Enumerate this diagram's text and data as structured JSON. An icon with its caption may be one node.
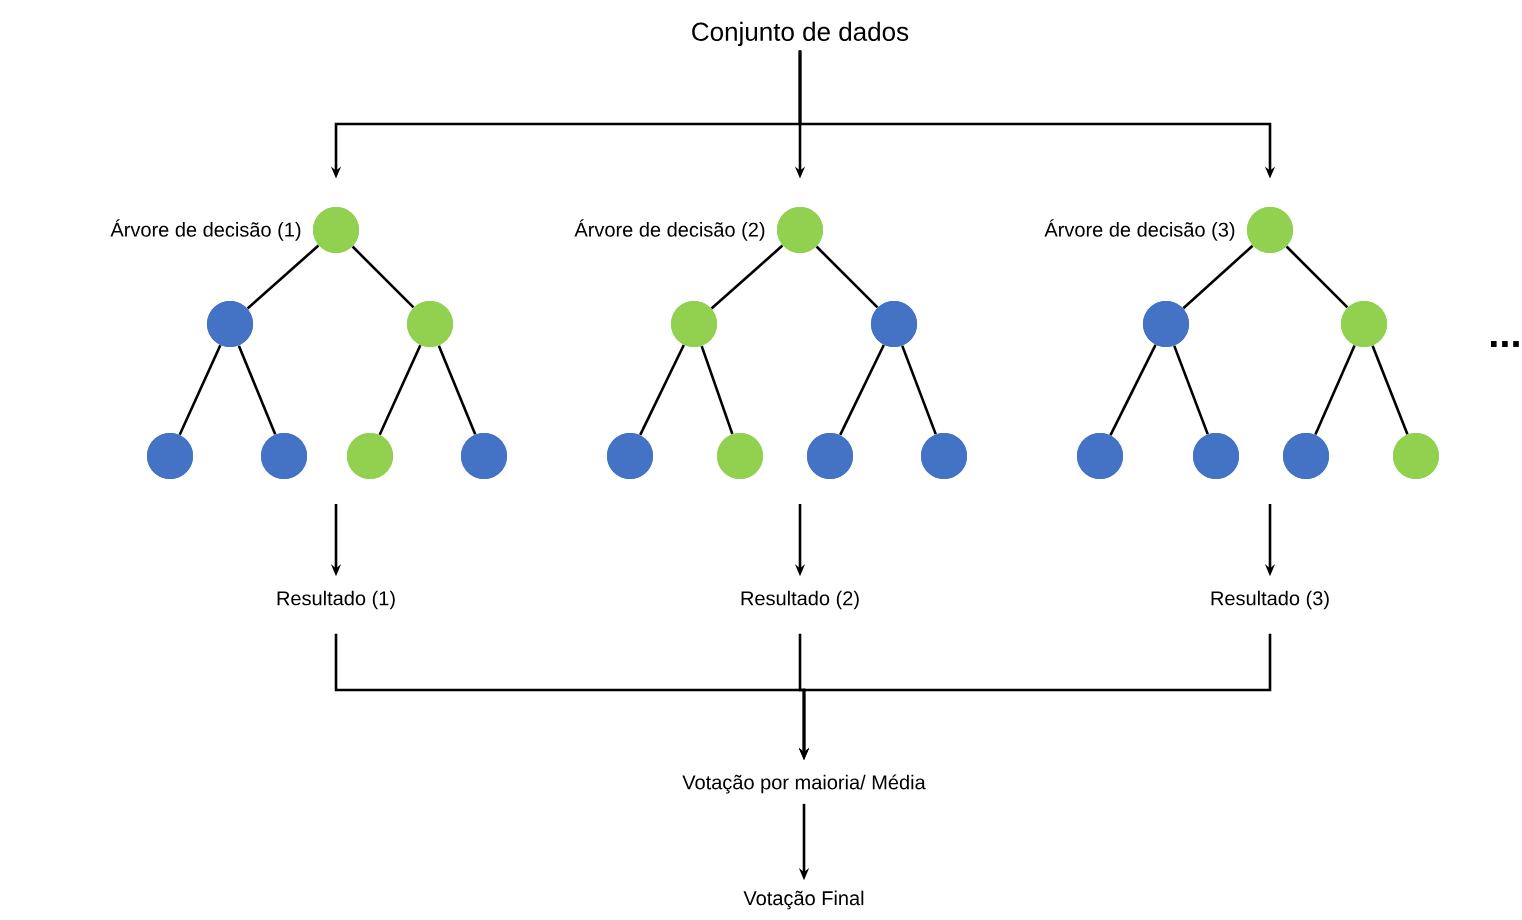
{
  "diagram": {
    "nodes": [
      {
        "text": [
          "Conjunto de dados"
        ]
      },
      {
        "text": [],
        "shape": "circle",
        "beside": [
          "Árvore de decisão (1)"
        ]
      },
      {
        "text": [],
        "shape": "circle"
      },
      {
        "text": [],
        "shape": "circle"
      },
      {
        "text": [],
        "shape": "circle"
      },
      {
        "text": [],
        "shape": "circle"
      },
      {
        "text": [],
        "shape": "circle"
      },
      {
        "text": [],
        "shape": "circle"
      },
      {
        "text": [],
        "shape": "circle",
        "beside": [
          "Árvore de decisão (2)"
        ]
      },
      {
        "text": [],
        "shape": "circle"
      },
      {
        "text": [],
        "shape": "circle"
      },
      {
        "text": [],
        "shape": "circle"
      },
      {
        "text": [],
        "shape": "circle"
      },
      {
        "text": [],
        "shape": "circle"
      },
      {
        "text": [],
        "shape": "circle"
      },
      {
        "text": [],
        "shape": "circle",
        "beside": [
          "Árvore de decisão (3)"
        ]
      },
      {
        "text": [],
        "shape": "circle"
      },
      {
        "text": [],
        "shape": "circle"
      },
      {
        "text": [],
        "shape": "circle"
      },
      {
        "text": [],
        "shape": "circle"
      },
      {
        "text": [],
        "shape": "circle"
      },
      {
        "text": [],
        "shape": "circle"
      },
      {
        "text": [
          "Resultado (1)"
        ]
      },
      {
        "text": [
          "Resultado (2)"
        ]
      },
      {
        "text": [
          "Resultado (3)"
        ]
      },
      {
        "text": [
          "Votação por maioria/ Média"
        ]
      },
      {
        "text": [
          "Votação Final"
        ]
      }
    ],
    "edges": [
      {
        "from": 0,
        "to": 1,
        "arrow": "to"
      },
      {
        "from": 0,
        "to": 8,
        "arrow": "to"
      },
      {
        "from": 0,
        "to": 15,
        "arrow": "to"
      },
      {
        "from": 1,
        "to": 2,
        "arrow": "none"
      },
      {
        "from": 1,
        "to": 3,
        "arrow": "none"
      },
      {
        "from": 2,
        "to": 4,
        "arrow": "none"
      },
      {
        "from": 2,
        "to": 5,
        "arrow": "none"
      },
      {
        "from": 3,
        "to": 6,
        "arrow": "none"
      },
      {
        "from": 3,
        "to": 7,
        "arrow": "none"
      },
      {
        "from": 8,
        "to": 9,
        "arrow": "none"
      },
      {
        "from": 8,
        "to": 10,
        "arrow": "none"
      },
      {
        "from": 9,
        "to": 11,
        "arrow": "none"
      },
      {
        "from": 9,
        "to": 12,
        "arrow": "none"
      },
      {
        "from": 10,
        "to": 13,
        "arrow": "none"
      },
      {
        "from": 10,
        "to": 14,
        "arrow": "none"
      },
      {
        "from": 15,
        "to": 16,
        "arrow": "none"
      },
      {
        "from": 15,
        "to": 17,
        "arrow": "none"
      },
      {
        "from": 16,
        "to": 18,
        "arrow": "none"
      },
      {
        "from": 16,
        "to": 19,
        "arrow": "none"
      },
      {
        "from": 17,
        "to": 20,
        "arrow": "none"
      },
      {
        "from": 17,
        "to": 21,
        "arrow": "none"
      },
      {
        "from": null,
        "to": 22,
        "arrow": "to"
      },
      {
        "from": null,
        "to": 23,
        "arrow": "to"
      },
      {
        "from": null,
        "to": 24,
        "arrow": "to"
      },
      {
        "from": 22,
        "to": 25,
        "arrow": "to"
      },
      {
        "from": 23,
        "to": 25,
        "arrow": "to"
      },
      {
        "from": 24,
        "to": 25,
        "arrow": "to"
      },
      {
        "from": 25,
        "to": 26,
        "arrow": "to"
      }
    ],
    "labels": [
      "..."
    ]
  }
}
